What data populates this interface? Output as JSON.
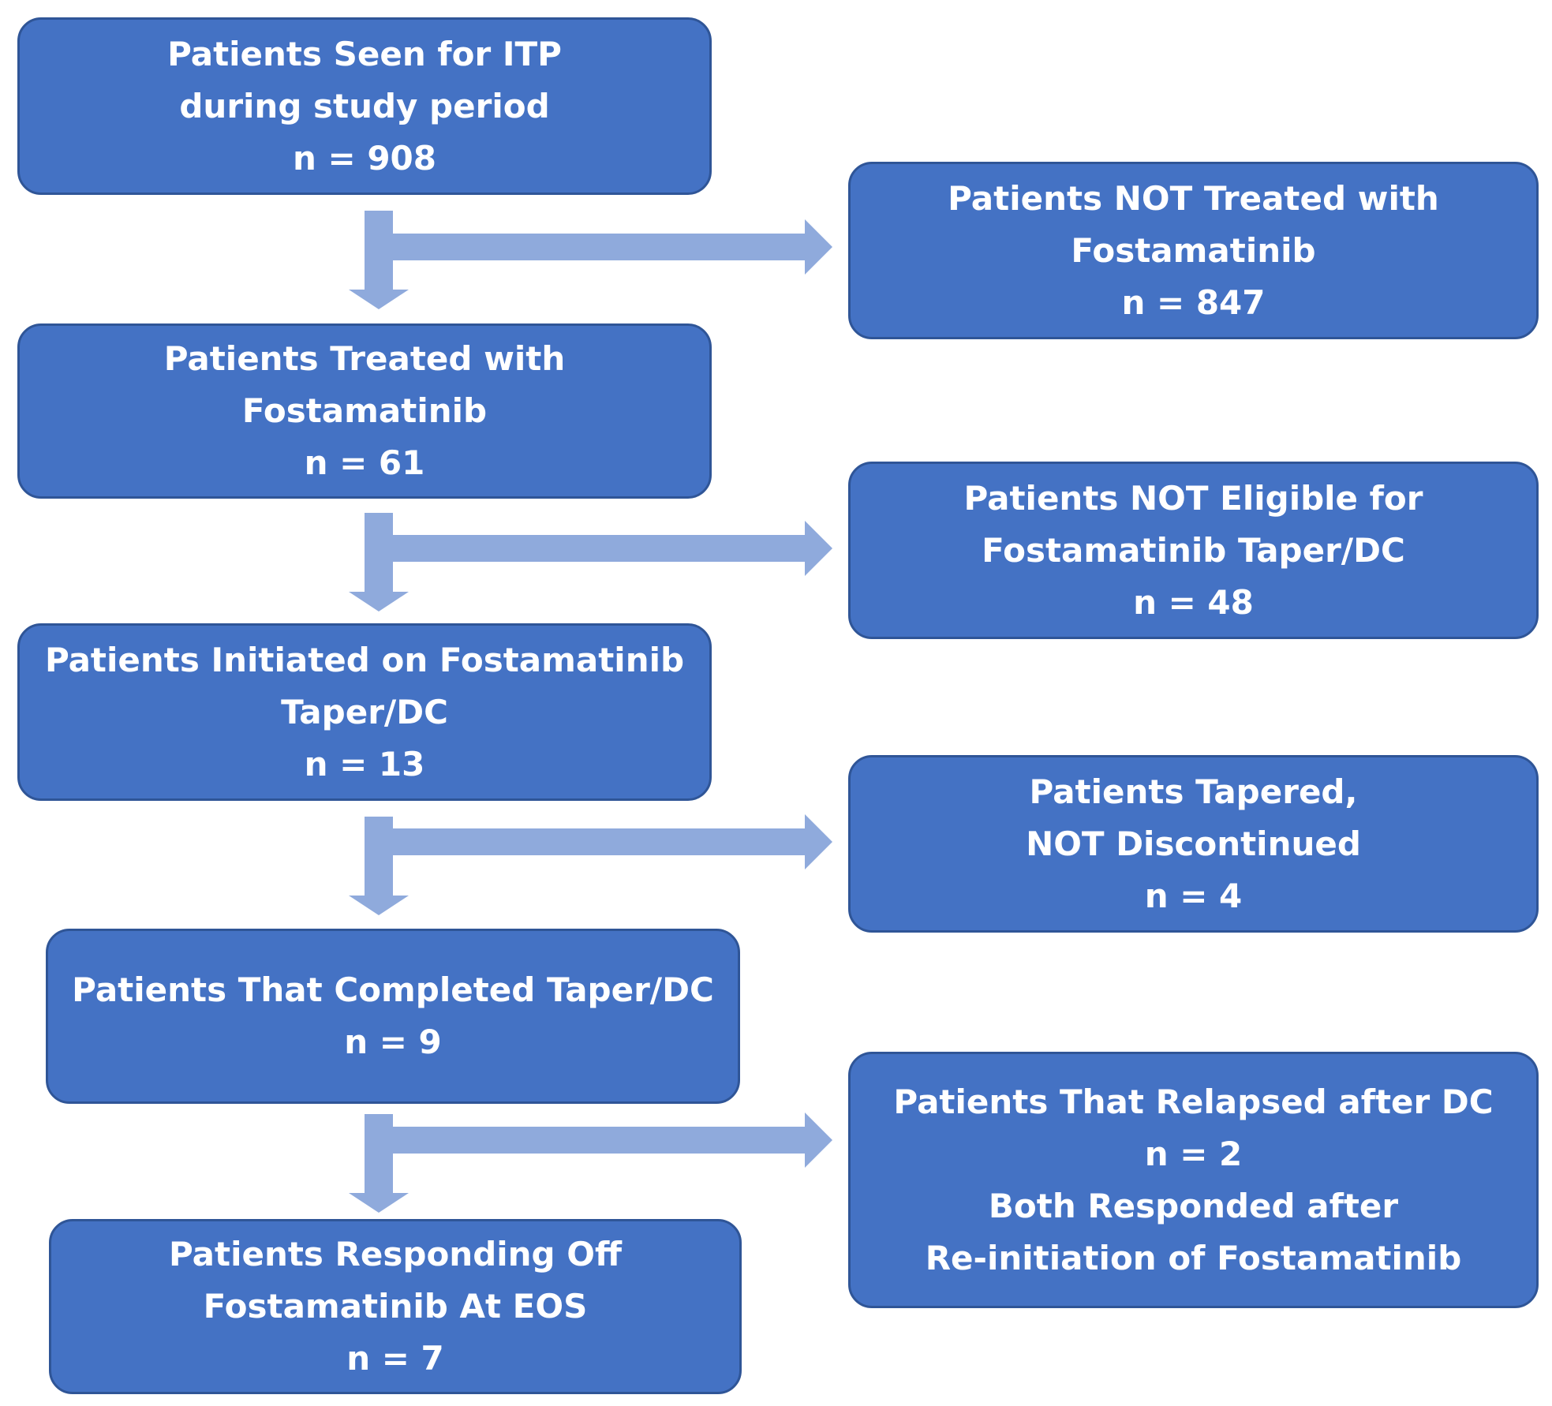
{
  "colors": {
    "box_fill": "#4472c4",
    "box_border": "#2f5597",
    "box_text": "#ffffff",
    "arrow": "#8faadc",
    "background": "#ffffff"
  },
  "left_boxes": [
    {
      "lines": [
        "Patients Seen for ITP",
        "during study period",
        "n = 908"
      ]
    },
    {
      "lines": [
        "Patients Treated with",
        "Fostamatinib",
        "n = 61"
      ]
    },
    {
      "lines": [
        "Patients Initiated on Fostamatinib",
        "Taper/DC",
        "n = 13"
      ]
    },
    {
      "lines": [
        "Patients That Completed Taper/DC",
        "n = 9"
      ]
    },
    {
      "lines": [
        "Patients Responding Off",
        "Fostamatinib At EOS",
        "n = 7"
      ]
    }
  ],
  "right_boxes": [
    {
      "lines": [
        "Patients NOT Treated with",
        "Fostamatinib",
        "n = 847"
      ]
    },
    {
      "lines": [
        "Patients NOT Eligible for",
        "Fostamatinib Taper/DC",
        "n = 48"
      ]
    },
    {
      "lines": [
        "Patients Tapered,",
        "NOT Discontinued",
        "n = 4"
      ]
    },
    {
      "lines": [
        "Patients That Relapsed after DC",
        "n = 2",
        "Both Responded after",
        "Re-initiation of Fostamatinib"
      ]
    }
  ]
}
